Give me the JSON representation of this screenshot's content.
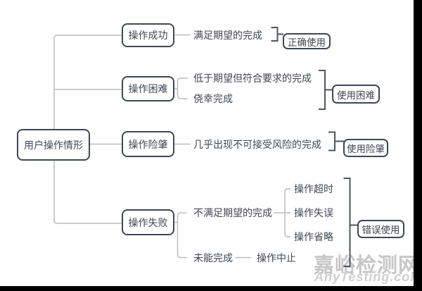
{
  "tree": {
    "root": "用户操作情形",
    "branches": [
      {
        "node": "操作成功",
        "children": [
          {
            "text": "满足期望的完成"
          }
        ],
        "result": "正确使用"
      },
      {
        "node": "操作困难",
        "children": [
          {
            "text": "低于期望但符合要求的完成"
          },
          {
            "text": "侥幸完成"
          }
        ],
        "result": "使用困难"
      },
      {
        "node": "操作险肇",
        "children": [
          {
            "text": "几乎出现不可接受风险的完成"
          }
        ],
        "result": "使用险肇"
      },
      {
        "node": "操作失败",
        "children": [
          {
            "text": "不满足期望的完成",
            "subitems": [
              "操作超时",
              "操作失误",
              "操作省略"
            ]
          },
          {
            "text": "未能完成",
            "subitems": [
              "操作中止"
            ]
          }
        ],
        "result": "错误使用"
      }
    ]
  },
  "watermark": {
    "site_name": "嘉峪检测网",
    "site_url": "AnyTesting.com"
  },
  "colors": {
    "node_border": "#3e4854",
    "node_text": "#3e4751",
    "connector_light": "#b0b4b9",
    "bracket_dark": "#4e565f",
    "watermark_gray": "#c7c7c7",
    "crop_margin": "#000000"
  }
}
